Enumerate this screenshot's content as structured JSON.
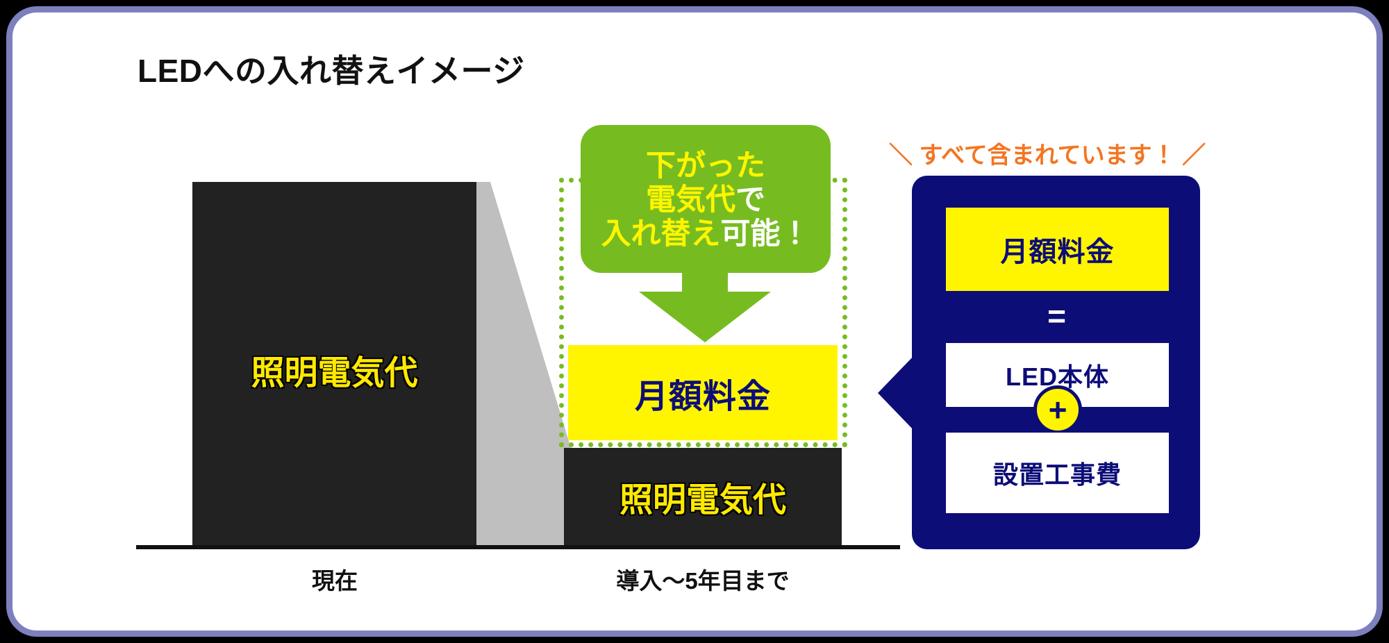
{
  "page": {
    "title": "LEDへの入れ替えイメージ",
    "card_border_color": "#7d80bd",
    "background_color": "#ffffff"
  },
  "chart_data": {
    "type": "bar",
    "title": "LEDへの入れ替えイメージ",
    "xlabel": "",
    "ylabel": "",
    "grid": false,
    "legend": "none",
    "categories": [
      "現在",
      "導入〜5年目まで"
    ],
    "series": [
      {
        "name": "照明電気代",
        "color": "#222222",
        "text_color": "#ffe900",
        "values": [
          100,
          27
        ]
      },
      {
        "name": "月額料金",
        "color": "#fff500",
        "text_color": "#0d0d78",
        "values": [
          0,
          26
        ]
      }
    ],
    "annotations": [
      {
        "name": "bridge-trapezoid",
        "color": "#bfbfbf",
        "note": "現在の照明電気代から導入後の水準へ下がることを示す斜めの帯"
      },
      {
        "name": "savings-frame",
        "color": "#76bc21",
        "style": "dotted",
        "note": "下がった分の電気代で月額料金をまかなえる範囲"
      }
    ]
  },
  "bars": {
    "current": {
      "electric_label": "照明電気代",
      "axis_label": "現在"
    },
    "future": {
      "electric_label": "照明電気代",
      "monthly_fee_label": "月額料金",
      "axis_label": "導入〜5年目まで"
    }
  },
  "callout": {
    "lines": [
      {
        "highlight": "下がった",
        "plain": ""
      },
      {
        "highlight": "電気代",
        "plain": "で"
      },
      {
        "highlight": "入れ替え",
        "plain": "可能！"
      }
    ],
    "bubble_color": "#76bc21",
    "highlight_color": "#fff500",
    "plain_color": "#ffffff",
    "arrow_icon": "down-arrow-icon"
  },
  "included_panel": {
    "caption": "＼ すべて含まれています！ ／",
    "caption_color": "#f47521",
    "panel_color": "#0d0d78",
    "fee_label": "月額料金",
    "equals_symbol": "=",
    "plus_symbol": "+",
    "items": [
      {
        "label": "LED本体"
      },
      {
        "label": "設置工事費"
      }
    ]
  }
}
